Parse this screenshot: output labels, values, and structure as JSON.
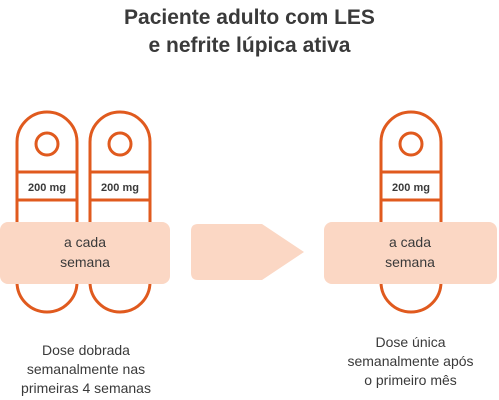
{
  "title": {
    "line1": "Paciente adulto com LES",
    "line2": "e nefrite lúpica ativa"
  },
  "colors": {
    "accent": "#e05a1e",
    "band": "#fbd7c4",
    "text": "#3a3a3a"
  },
  "left_group": {
    "pill_1_dose": "200 mg",
    "pill_2_dose": "200 mg",
    "band_line1": "a cada",
    "band_line2": "semana",
    "caption_line1": "Dose dobrada",
    "caption_line2": "semanalmente nas",
    "caption_line3": "primeiras 4 semanas"
  },
  "transition_icon": "arrow-right-icon",
  "right_group": {
    "pill_dose": "200 mg",
    "band_line1": "a cada",
    "band_line2": "semana",
    "caption_line1": "Dose única",
    "caption_line2": "semanalmente após",
    "caption_line3": "o primeiro mês"
  }
}
